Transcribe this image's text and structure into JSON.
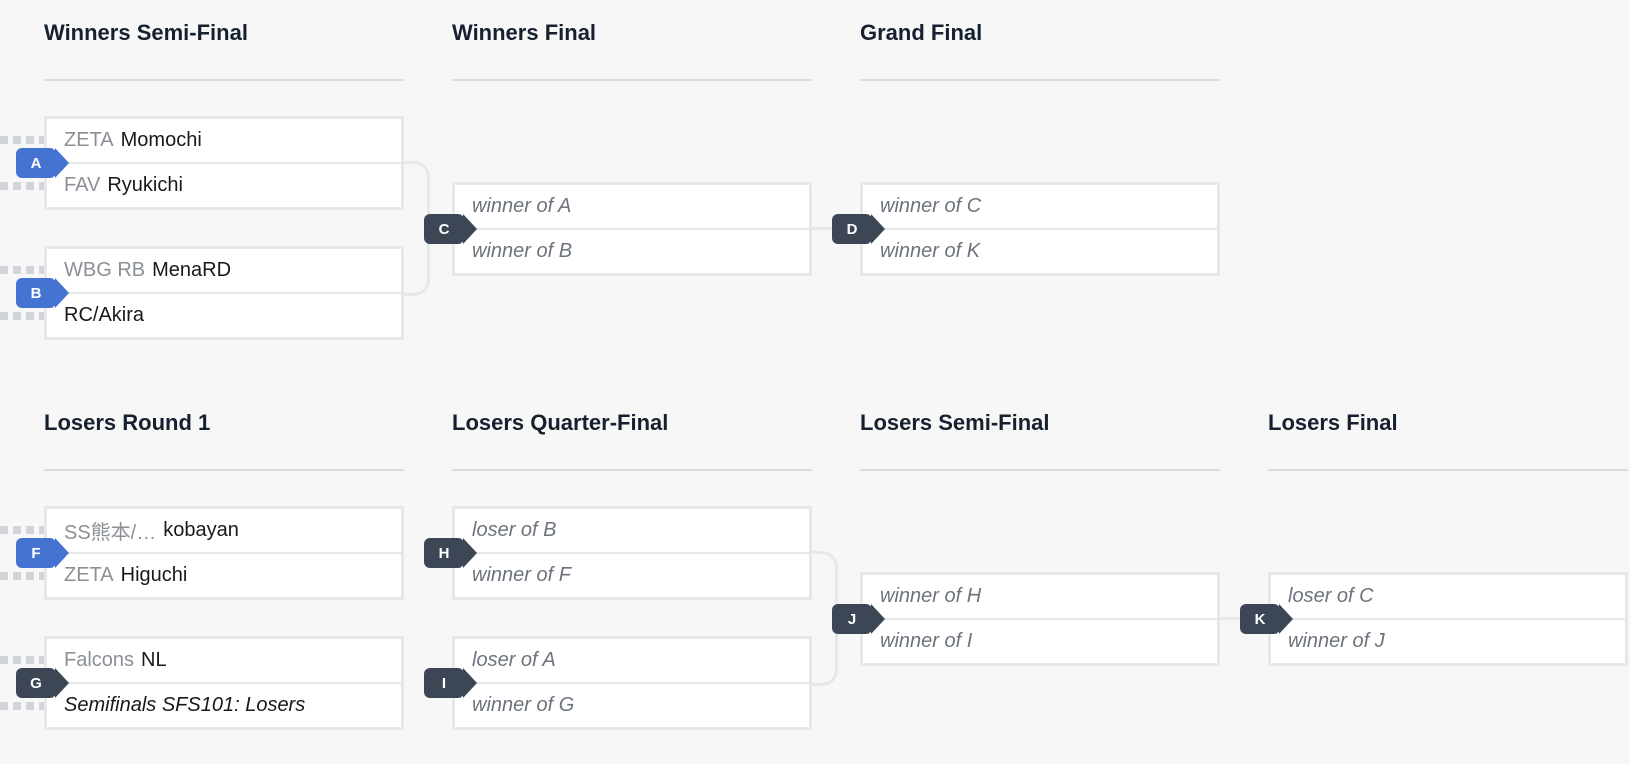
{
  "rounds": [
    {
      "title": "Winners Semi-Final"
    },
    {
      "title": "Winners Final"
    },
    {
      "title": "Grand Final"
    },
    {
      "title": "Losers Round 1"
    },
    {
      "title": "Losers Quarter-Final"
    },
    {
      "title": "Losers Semi-Final"
    },
    {
      "title": "Losers Final"
    }
  ],
  "matches": {
    "A": {
      "label": "A",
      "slots": [
        {
          "prefix": "ZETA",
          "name": "Momochi"
        },
        {
          "prefix": "FAV",
          "name": "Ryukichi"
        }
      ]
    },
    "B": {
      "label": "B",
      "slots": [
        {
          "prefix": "WBG RB",
          "name": "MenaRD"
        },
        {
          "name": "RC/Akira"
        }
      ]
    },
    "C": {
      "label": "C",
      "slots": [
        {
          "placeholder": "winner of A"
        },
        {
          "placeholder": "winner of B"
        }
      ]
    },
    "D": {
      "label": "D",
      "slots": [
        {
          "placeholder": "winner of C"
        },
        {
          "placeholder": "winner of K"
        }
      ]
    },
    "F": {
      "label": "F",
      "slots": [
        {
          "prefix": "SS熊本/…",
          "name": "kobayan"
        },
        {
          "prefix": "ZETA",
          "name": "Higuchi"
        }
      ]
    },
    "G": {
      "label": "G",
      "slots": [
        {
          "prefix": "Falcons",
          "name": "NL"
        },
        {
          "note": "Semifinals SFS101: Losers"
        }
      ]
    },
    "H": {
      "label": "H",
      "slots": [
        {
          "placeholder": "loser of B"
        },
        {
          "placeholder": "winner of F"
        }
      ]
    },
    "I": {
      "label": "I",
      "slots": [
        {
          "placeholder": "loser of A"
        },
        {
          "placeholder": "winner of G"
        }
      ]
    },
    "J": {
      "label": "J",
      "slots": [
        {
          "placeholder": "winner of H"
        },
        {
          "placeholder": "winner of I"
        }
      ]
    },
    "K": {
      "label": "K",
      "slots": [
        {
          "placeholder": "loser of C"
        },
        {
          "placeholder": "winner of J"
        }
      ]
    }
  },
  "colors": {
    "page_background": "#f7f7f8",
    "badge_blue": "#4473d2",
    "badge_dark": "#3d4654",
    "header_text": "#16202e",
    "team_prefix": "#8b9096",
    "player_name": "#17191c",
    "placeholder_text": "#6d737d",
    "connector": "#e7e8ea"
  }
}
